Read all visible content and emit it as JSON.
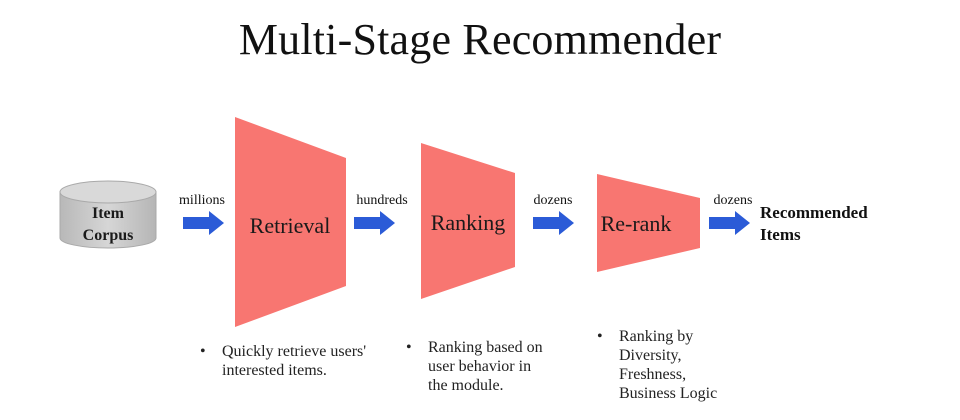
{
  "title": "Multi-Stage Recommender",
  "colors": {
    "stage_fill": "#F87671",
    "arrow_fill": "#2B5BD7",
    "corpus_fill": "#CFCFCF"
  },
  "corpus": {
    "line1": "Item",
    "line2": "Corpus"
  },
  "flows": [
    "millions",
    "hundreds",
    "dozens",
    "dozens"
  ],
  "stages": [
    "Retrieval",
    "Ranking",
    "Re-rank"
  ],
  "output": {
    "line1": "Recommended",
    "line2": "Items"
  },
  "bullet": "•",
  "notes": [
    "Quickly retrieve users'\ninterested items.",
    "Ranking based on\nuser behavior in\nthe module.",
    "Ranking by\nDiversity,\nFreshness,\nBusiness Logic"
  ]
}
